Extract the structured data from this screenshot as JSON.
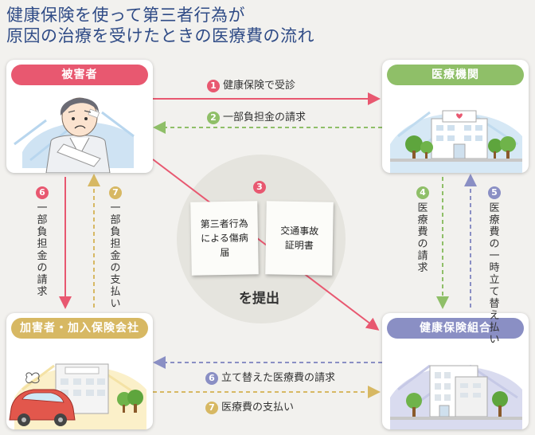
{
  "title": {
    "line1": "健康保険を使って第三者行為が",
    "line2": "原因の治療を受けたときの医療費の流れ"
  },
  "colors": {
    "red": "#e85870",
    "green": "#8fbf68",
    "gold": "#d7b863",
    "blue": "#8a8fc4",
    "lightblue": "#aab3dc"
  },
  "boxes": {
    "victim": "被害者",
    "medical": "医療機関",
    "perpetrator": "加害者・加入保険会社",
    "union": "健康保険組合"
  },
  "steps": {
    "s1": {
      "num": "1",
      "text": "健康保険で受診"
    },
    "s2": {
      "num": "2",
      "text": "一部負担金の請求"
    },
    "s3": {
      "num": "3",
      "text": "を提出",
      "doc1": "第三者行為による傷病届",
      "doc2": "交通事故証明書"
    },
    "s4": {
      "num": "4",
      "text": "医療費の請求"
    },
    "s5": {
      "num": "5",
      "text": "医療費の一時立て替え払い"
    },
    "s6a": {
      "num": "6",
      "text": "一部負担金の請求"
    },
    "s7a": {
      "num": "7",
      "text": "一部負担金の支払い"
    },
    "s6b": {
      "num": "6",
      "text": "立て替えた医療費の請求"
    },
    "s7b": {
      "num": "7",
      "text": "医療費の支払い"
    }
  },
  "icons": [
    "victim-illustration",
    "hospital-illustration",
    "car-illustration",
    "office-building-illustration"
  ]
}
